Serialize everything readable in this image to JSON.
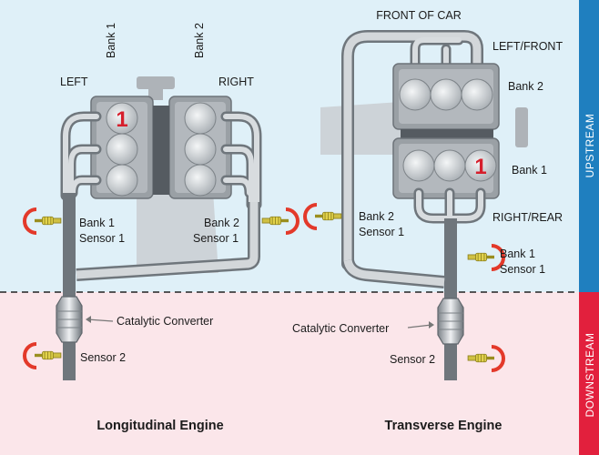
{
  "zones": {
    "upstream_label": "UPSTREAM",
    "downstream_label": "DOWNSTREAM",
    "upstream_bg": "#dff0f8",
    "downstream_bg": "#fbe6ea",
    "upstream_bar": "#1f7fbf",
    "downstream_bar": "#e2203d"
  },
  "longitudinal": {
    "title": "Longitudinal Engine",
    "bank1": "Bank 1",
    "bank2": "Bank 2",
    "left": "LEFT",
    "right": "RIGHT",
    "cylinder_number": "1",
    "sensor_b1_line1": "Bank 1",
    "sensor_b1_line2": "Sensor 1",
    "sensor_b2_line1": "Bank 2",
    "sensor_b2_line2": "Sensor 1",
    "catalytic": "Catalytic Converter",
    "sensor2": "Sensor 2"
  },
  "transverse": {
    "title": "Transverse Engine",
    "front": "FRONT OF CAR",
    "left_front": "LEFT/FRONT",
    "right_rear": "RIGHT/REAR",
    "bank1": "Bank 1",
    "bank2": "Bank 2",
    "cylinder_number": "1",
    "sensor_b2_line1": "Bank 2",
    "sensor_b2_line2": "Sensor 1",
    "sensor_b1_line1": "Bank 1",
    "sensor_b1_line2": "Sensor 1",
    "catalytic": "Catalytic Converter",
    "sensor2": "Sensor 2"
  },
  "colors": {
    "pipe": "#b9bec3",
    "pipe_edge": "#6f767c",
    "block": "#a4aaaf",
    "block_dark": "#7b8288",
    "piston": "#dfe3e6",
    "accent_red": "#d61f2c",
    "sensor": "#d9c93a"
  }
}
